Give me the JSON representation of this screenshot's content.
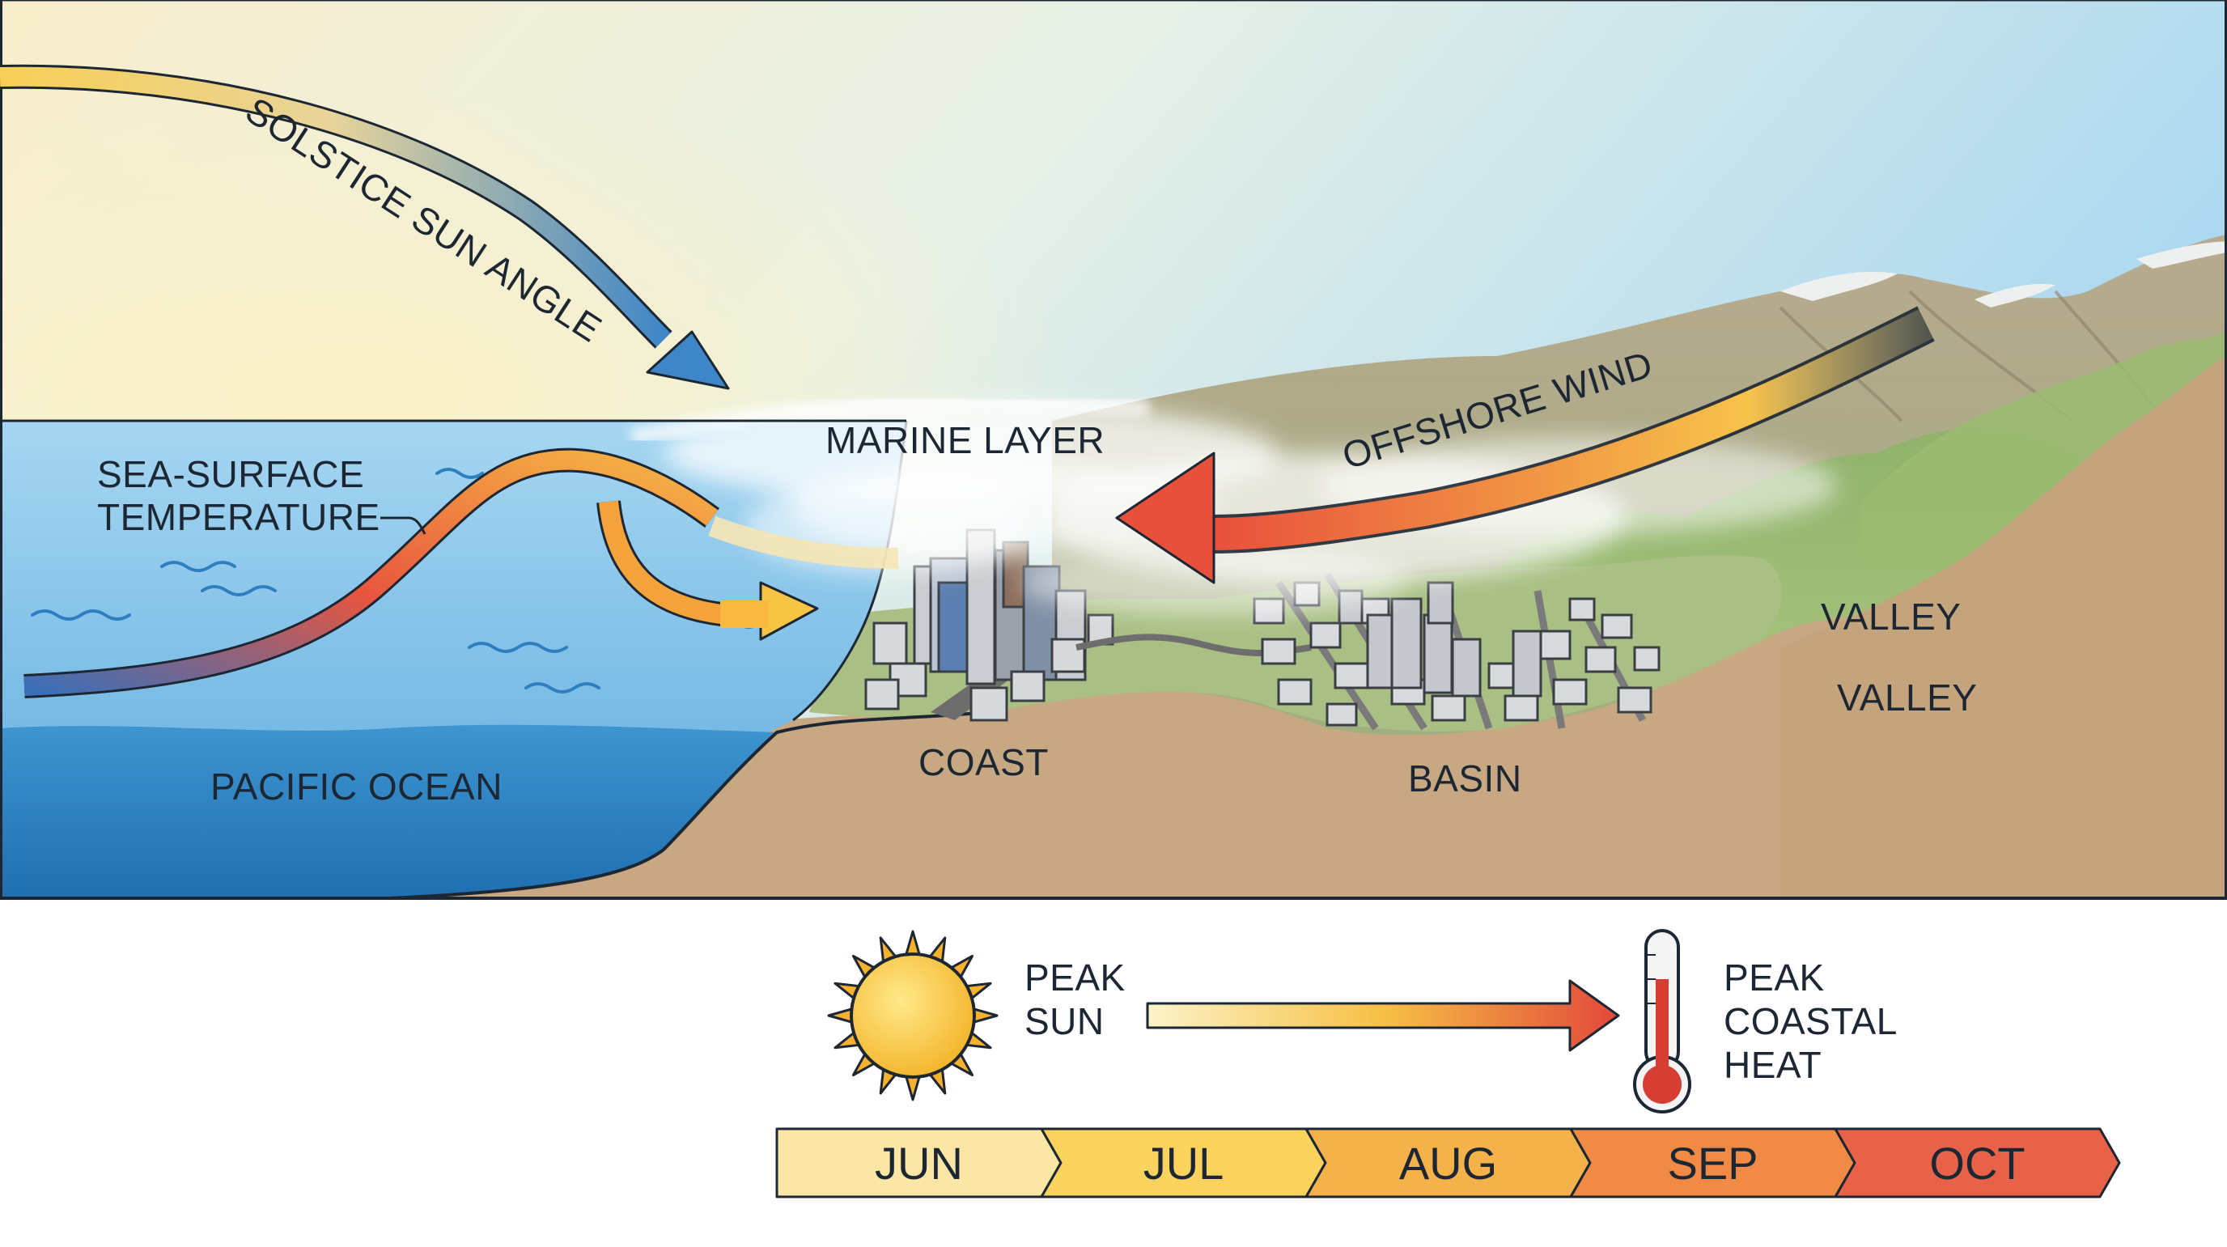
{
  "labels": {
    "solstice": "SOLSTICE SUN ANGLE",
    "marine_layer": "MARINE LAYER",
    "offshore_wind": "OFFSHORE WIND",
    "sst_line1": "SEA-SURFACE",
    "sst_line2": "TEMPERATURE",
    "valley_upper": "VALLEY",
    "valley_lower": "VALLEY",
    "pacific": "PACIFIC OCEAN",
    "coast": "COAST",
    "basin": "BASIN",
    "peak_sun_1": "PEAK",
    "peak_sun_2": "SUN",
    "peak_heat_1": "PEAK",
    "peak_heat_2": "COASTAL",
    "peak_heat_3": "HEAT"
  },
  "timeline": {
    "months": [
      "JUN",
      "JUL",
      "AUG",
      "SEP",
      "OCT"
    ],
    "colors": [
      "#fbe6a6",
      "#f9d35e",
      "#f6b24a",
      "#f08a45",
      "#e8624a"
    ]
  },
  "icons": {
    "sun": "sun-icon",
    "thermometer": "thermometer-icon"
  },
  "colors": {
    "sky_top": "#b2dcf2",
    "sky_glow": "#f6edc0",
    "ocean": "#7fc0e6",
    "ocean_deep": "#2a7fc0",
    "land": "#c9a986",
    "warm_arrow": "#e8553e",
    "cool_arrow": "#3b82c4"
  }
}
